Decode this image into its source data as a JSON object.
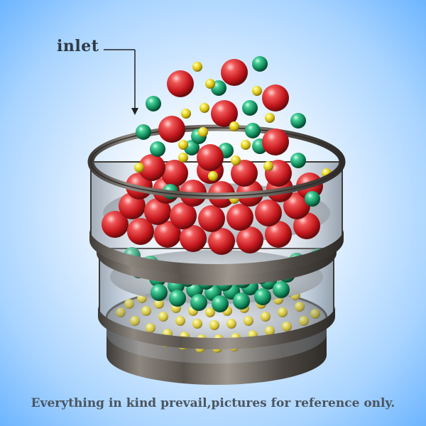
{
  "diagram": {
    "inlet_label": "inlet",
    "caption": "Everything in kind prevail,pictures for reference only."
  },
  "colors": {
    "large_ball": "#d42a2e",
    "medium_ball": "#1fae7a",
    "small_ball": "#e6d41e",
    "sieve_metal": "#5a5550",
    "background_center": "#ffffff",
    "background_edge": "#6db5ff"
  },
  "tiers": [
    {
      "name": "top-sieve",
      "contents": "large red balls"
    },
    {
      "name": "middle-sieve",
      "contents": "medium green balls"
    },
    {
      "name": "bottom-sieve",
      "contents": "small yellow balls"
    }
  ]
}
